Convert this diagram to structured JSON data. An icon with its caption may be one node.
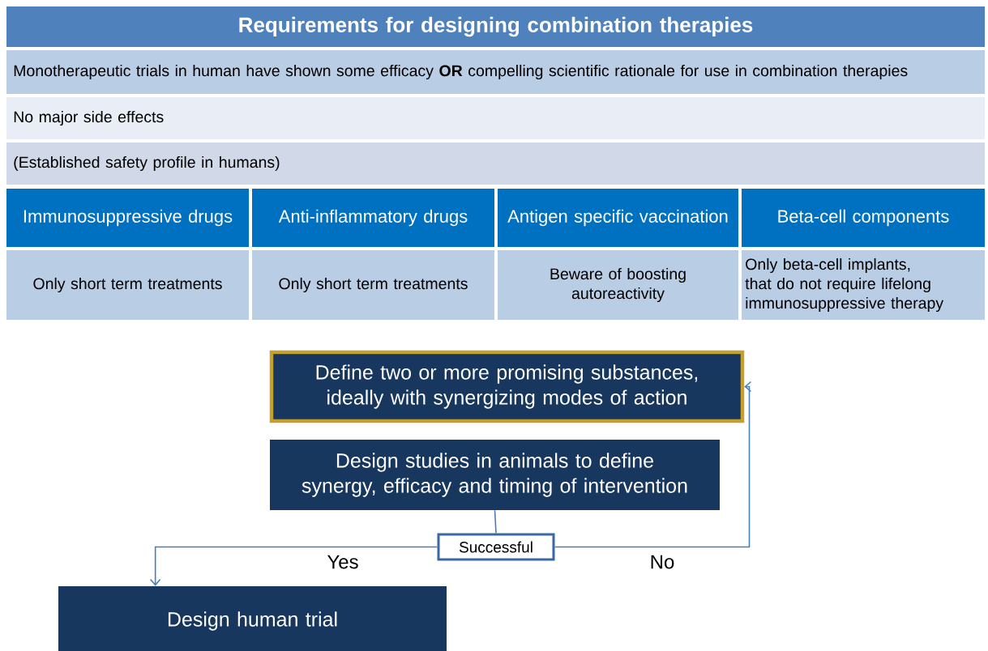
{
  "diagram": {
    "title": "Requirements for designing combination therapies",
    "nodes": [
      {
        "text": [
          "Define two or more promising substances, ideally with synergizing modes of action"
        ]
      },
      {
        "text": [
          "Design studies in animals to define synergy, efficacy and timing of intervention"
        ]
      },
      {
        "text": [
          "Successful"
        ]
      },
      {
        "text": [
          "Design human trial"
        ]
      }
    ],
    "edges": [
      {
        "from": 1,
        "to": 2,
        "arrow": "none"
      },
      {
        "from": 2,
        "to": 3,
        "arrow": "to",
        "label": "Yes"
      },
      {
        "from": 2,
        "to": 0,
        "arrow": "to",
        "label": "No"
      }
    ],
    "labels": [
      "Monotherapeutic trials in human have shown some efficacy **OR** compelling scientific rationale for use in combination therapies",
      "No major side effects",
      "(Established safety profile in humans)",
      "Immunosuppressive drugs",
      "Anti-inflammatory drugs",
      "Antigen specific vaccination",
      "Beta-cell components",
      "Only short term treatments",
      "Only short term treatments",
      "Beware of boosting autoreactivity",
      "Only beta-cell implants, that do not require lifelong immunosuppressive therapy"
    ]
  }
}
